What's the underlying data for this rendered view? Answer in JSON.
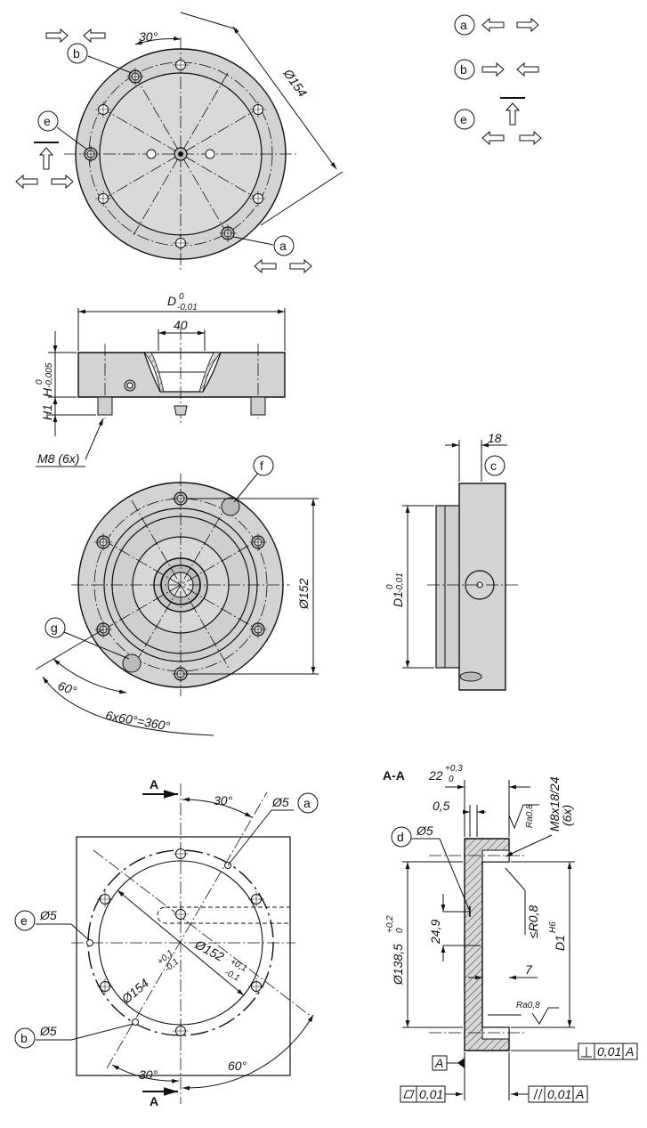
{
  "view_top": {
    "angle": "30°",
    "diameter": "Ø154",
    "label_a": "a",
    "label_b": "b",
    "label_e": "e"
  },
  "legend": {
    "a": "a",
    "b": "b",
    "e": "e"
  },
  "view_side": {
    "D": "D",
    "D_tol_upper": "0",
    "D_tol_lower": "-0,01",
    "width_40": "40",
    "H": "H",
    "H_tol_upper": "0",
    "H_tol_lower": "-0,005",
    "H1": "H1",
    "thread": "M8 (6x)"
  },
  "view_bottom": {
    "label_f": "f",
    "label_g": "g",
    "diameter": "Ø152",
    "angle": "60°",
    "pattern": "6x60°=360°"
  },
  "view_right": {
    "dim_18": "18",
    "label_c": "c",
    "D1": "D1",
    "D1_tol_upper": "0",
    "D1_tol_lower": "-0,01"
  },
  "view_mount": {
    "section_mark": "A",
    "angle_top": "30°",
    "hole_a": "Ø5",
    "label_a": "a",
    "hole_e": "Ø5",
    "label_e": "e",
    "hole_b": "Ø5",
    "label_b": "b",
    "dia_154": "Ø154",
    "dia_154_tol_upper": "+0,1",
    "dia_154_tol_lower": "-0,1",
    "dia_152": "Ø152",
    "dia_152_tol_upper": "+0,1",
    "dia_152_tol_lower": "-0,1",
    "angle_bottom": "30°",
    "angle_60": "60°"
  },
  "section": {
    "title": "A-A",
    "depth": "22",
    "depth_tol_upper": "+0,3",
    "depth_tol_lower": "0",
    "dim_05": "0,5",
    "label_d": "d",
    "hole": "Ø5",
    "ra_top": "Ra0,8",
    "thread": "M8x18/24",
    "thread_count": "(6x)",
    "radius": "≤R0,8",
    "dim_249": "24,9",
    "dia_1385": "Ø138,5",
    "dia_tol_upper": "+0,2",
    "dia_tol_lower": "0",
    "D1": "D1",
    "D1_fit": "H6",
    "dim_7": "7",
    "ra_bottom": "Ra0,8",
    "datum": "A",
    "perp_value": "0,01",
    "perp_datum": "A",
    "flat_value": "0,01",
    "par_value": "0,01",
    "par_datum": "A"
  }
}
